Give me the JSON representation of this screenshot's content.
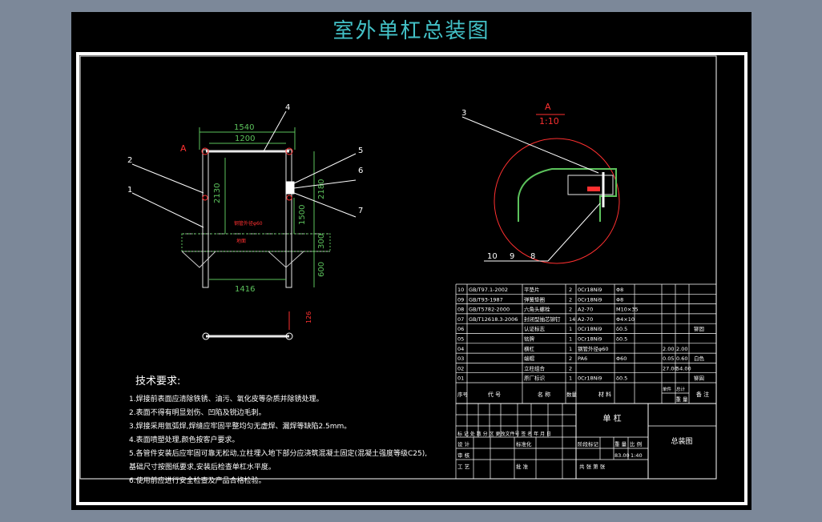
{
  "title": "室外单杠总装图",
  "main_view": {
    "view_label": "A",
    "dims": {
      "d1540": "1540",
      "d1200": "1200",
      "d2130": "2130",
      "d2180": "2180",
      "d1500": "1500",
      "d300": "300",
      "d600": "600",
      "d1416": "1416"
    },
    "balloons": [
      "1",
      "2",
      "4",
      "5",
      "6",
      "7"
    ],
    "inner_label1": "钢管外径φ60",
    "inner_label2": "地面",
    "small_dim": "126"
  },
  "detail_view": {
    "label": "A",
    "scale": "1:10",
    "balloons": [
      "3",
      "10",
      "9",
      "8"
    ]
  },
  "tech": {
    "title": "技术要求:",
    "lines": [
      "1.焊接前表面应清除铁锈、油污、氧化皮等杂质并除锈处理。",
      "2.表面不得有明显划伤、凹陷及锐边毛刺。",
      "3.焊接采用氩弧焊,焊缝应牢固平整均匀无虚焊、漏焊等缺陷2.5mm。",
      "4.表面喷塑处理,颜色按客户要求。",
      "5.各管件安装后应牢固可靠无松动,立柱埋入地下部分应浇筑混凝土固定(混凝土强度等级C25),",
      "  基础尺寸按图纸要求,安装后检查单杠水平度。",
      "6.使用前应进行安全检查及产品合格检验。"
    ]
  },
  "parts": [
    {
      "no": "10",
      "code": "GB/T97.1-2002",
      "name": "平垫片",
      "qty": "2",
      "mat": "0Cr18Ni9",
      "mark": "Φ8"
    },
    {
      "no": "09",
      "code": "GB/T93-1987",
      "name": "弹簧垫圈",
      "qty": "2",
      "mat": "0Cr18Ni9",
      "mark": "Φ8"
    },
    {
      "no": "08",
      "code": "GB/T5782-2000",
      "name": "六角头螺栓",
      "qty": "2",
      "mat": "A2-70",
      "mark": "M10×35"
    },
    {
      "no": "07",
      "code": "GB/T12618.3-2006",
      "name": "封闭型抽芯铆钉",
      "qty": "14",
      "mat": "A2-70",
      "mark": "Φ4×10"
    },
    {
      "no": "06",
      "code": "",
      "name": "认证标志",
      "qty": "1",
      "mat": "0Cr18Ni9",
      "mark": "δ0.5",
      "note": "铆固"
    },
    {
      "no": "05",
      "code": "",
      "name": "铭牌",
      "qty": "1",
      "mat": "0Cr18Ni9",
      "mark": "δ0.5"
    },
    {
      "no": "04",
      "code": "",
      "name": "横杠",
      "qty": "1",
      "mat": "钢管外径φ60",
      "mark": "",
      "w1": "2.00",
      "w2": "2.00"
    },
    {
      "no": "03",
      "code": "",
      "name": "端帽",
      "qty": "2",
      "mat": "PA6",
      "mark": "Φ60",
      "w1": "0.05",
      "w2": "0.60",
      "note": "白色"
    },
    {
      "no": "02",
      "code": "",
      "name": "立柱组合",
      "qty": "2",
      "mat": "",
      "mark": "",
      "w1": "27.00",
      "w2": "54.00"
    },
    {
      "no": "01",
      "code": "",
      "name": "原厂标识",
      "qty": "1",
      "mat": "0Cr18Ni9",
      "mark": "δ0.5",
      "note": "铆固"
    }
  ],
  "table_header": {
    "no": "序号",
    "code": "代 号",
    "name": "名 称",
    "qty": "数量",
    "mat": "材 料",
    "w1": "单件",
    "w2": "总计",
    "weight": "重 量",
    "note": "备 注"
  },
  "titleblock": {
    "name": "单 杠",
    "drawing": "总装图",
    "mark_row": "标 记  处 数  分 区  更改文件号  签 名  年 月 日",
    "design": "设 计",
    "std": "标准化",
    "check": "审 核",
    "process": "工 艺",
    "approve": "批 准",
    "stage": "阶段标记",
    "weight": "重 量",
    "scale": "比 例",
    "weight_val": "83.00",
    "scale_val": "1:40",
    "sheets": "共   张     第   张"
  }
}
